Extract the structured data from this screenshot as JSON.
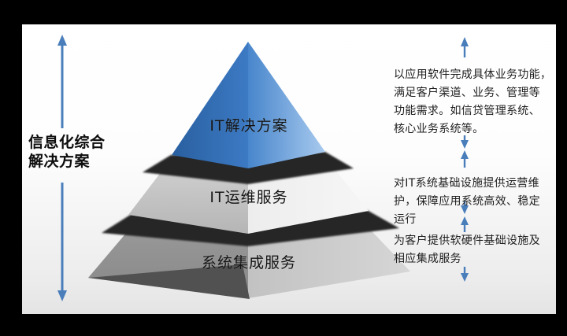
{
  "left_axis": {
    "label_lines": [
      "信息化综合",
      "解决方案"
    ]
  },
  "pyramid": {
    "tiers": [
      {
        "label": "IT解决方案",
        "face_dark": "#2b65ad",
        "face_light": "#a6c8ec"
      },
      {
        "label": "IT运维服务",
        "face_dark": "#b7b7b7",
        "face_light": "#f4f4f4"
      },
      {
        "label": "系统集成服务",
        "face_dark": "#8f8f8f",
        "face_light": "#cfcfcf"
      }
    ],
    "shadow_band_color": "#262626"
  },
  "annotations": [
    {
      "lines": [
        "以应用软件完成具体业务功能，",
        "满足客户渠道、业务、管理等",
        "功能需求。如信贷管理系统、",
        "核心业务系统等。"
      ]
    },
    {
      "lines": [
        "对IT系统基础设施提供运营维",
        "护，保障应用系统高效、稳定",
        "运行"
      ]
    },
    {
      "lines": [
        "为客户提供软硬件基础设施及",
        "相应集成服务"
      ]
    }
  ],
  "colors": {
    "arrow_blue": "#4a7ebb",
    "frame_background": "#000000",
    "slide_background": "#ffffff"
  }
}
